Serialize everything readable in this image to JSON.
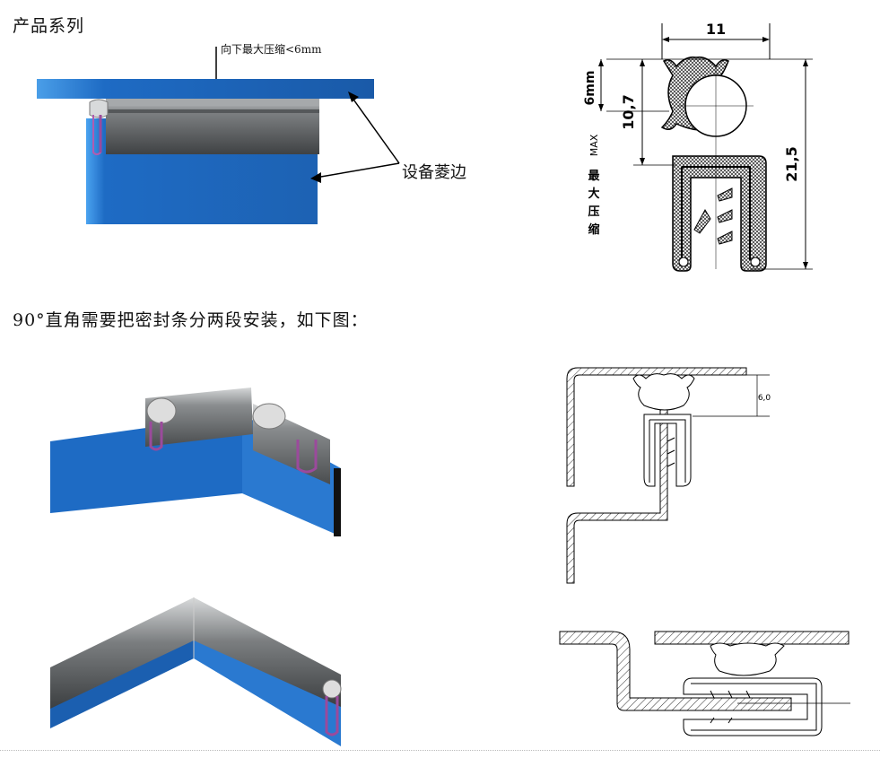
{
  "section_title": "产品系列",
  "compression_note": "向下最大压缩<6mm",
  "equipment_edge_label": "设备菱边",
  "right_angle_note": "90°直角需要把密封条分两段安装，如下图：",
  "profile_drawing": {
    "width_label": "11",
    "height_label": "21,5",
    "bulb_label": "10,7",
    "compress_label": "6mm",
    "max_label": "MAX",
    "max_compress_chars": [
      "最",
      "大",
      "压",
      "缩"
    ]
  },
  "section_detail": {
    "dimension_label": "6,0"
  },
  "colors": {
    "panel_blue": "#1e6bc4",
    "panel_blue_dark": "#154f97",
    "seal_gray": "#6b6e70",
    "clip_purple": "#9b4a9c",
    "hatch": "#333333"
  }
}
